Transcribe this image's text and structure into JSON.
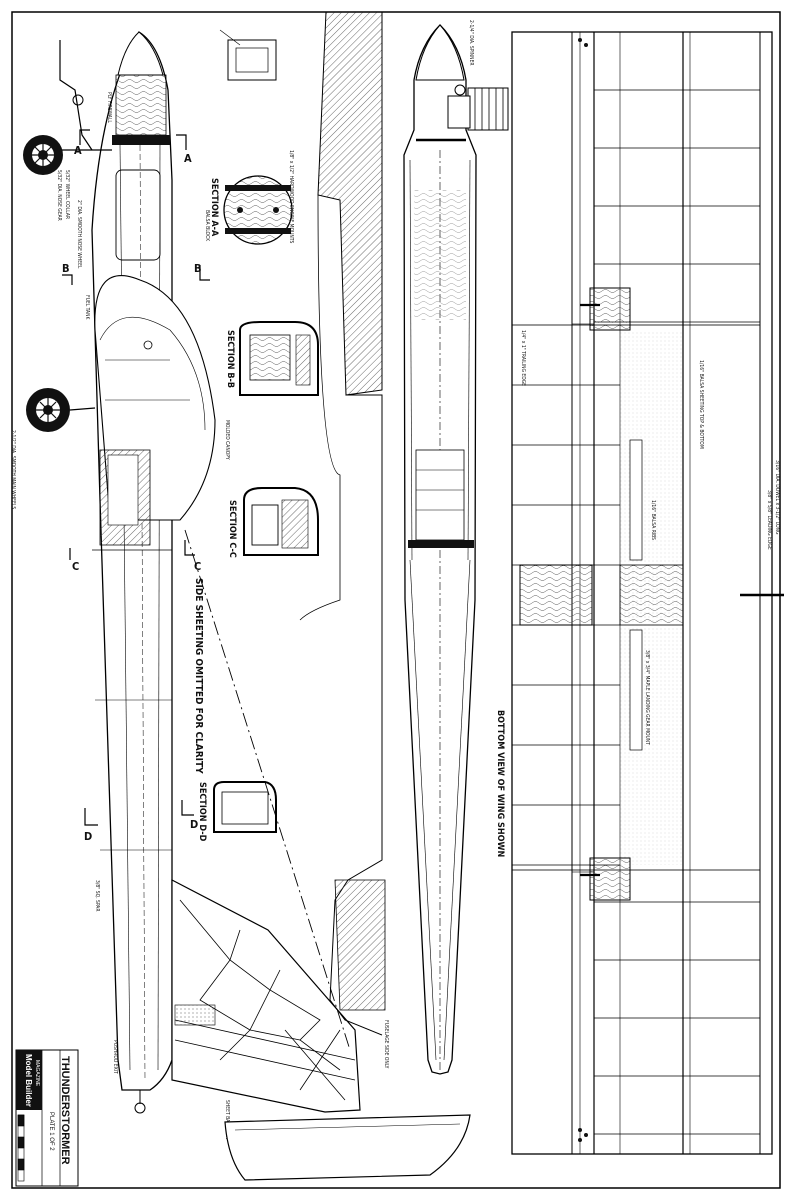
{
  "title_block": {
    "brand": "Model Builder",
    "brand_sub": "MAGAZINE",
    "title": "THUNDERSTORMER",
    "plan_sheet": "PLATE 1 OF 2"
  },
  "notes": {
    "side_sheeting": "SIDE SHEETING OMITTED FOR CLARITY",
    "bottom_view": "BOTTOM VIEW OF WING SHOWN"
  },
  "sections": {
    "a_title": "SECTION A-A",
    "b_title": "SECTION B-B",
    "c_title": "SECTION C-C",
    "d_title": "SECTION D-D"
  },
  "markers": {
    "a": "A",
    "b": "B",
    "c": "C",
    "d": "D"
  },
  "callouts": {
    "nose_gear_wire": "5/32\" DIA. NOSE GEAR",
    "wheel_collar": "5/32\" WHEEL COLLAR",
    "wheel_nose": "2\" DIA. SMOOTH NOSE WHEEL",
    "wheel_main": "2-1/2\" DIA. SMOOTH MAIN WHEELS",
    "firewall": "PLY FIREWALL",
    "hardwood_rails": "1/8\" x 1/2\" HARDWOOD ENGINE MOUNTS",
    "balsa_block": "BALSA BLOCK",
    "canopy": "MOLDED CANOPY",
    "pushrod": "PUSHROD EXIT",
    "spar": "3/8\" SQ. SPAR",
    "tank": "FUEL TANK",
    "fuse_side": "FUSELAGE SIDE ONLY",
    "fin_sheet": "SHEET BALSA FIN",
    "landing_gear": "3/8\" x 3/4\" MAPLE LANDING GEAR MOUNT",
    "balsa_ribs": "1/16\" BALSA RIBS",
    "leading_edge": "3/8\" x 5/8\" LEADING EDGE",
    "spinner": "2-1/4\" DIA. SPINNER",
    "te_stock": "1/4\" x 1\" TRAILING EDGE",
    "sheeting": "1/16\" BALSA SHEETING TOP & BOTTOM",
    "dowel": "3/16\" DIA. DOWEL x 3-1/2\" LONG"
  }
}
